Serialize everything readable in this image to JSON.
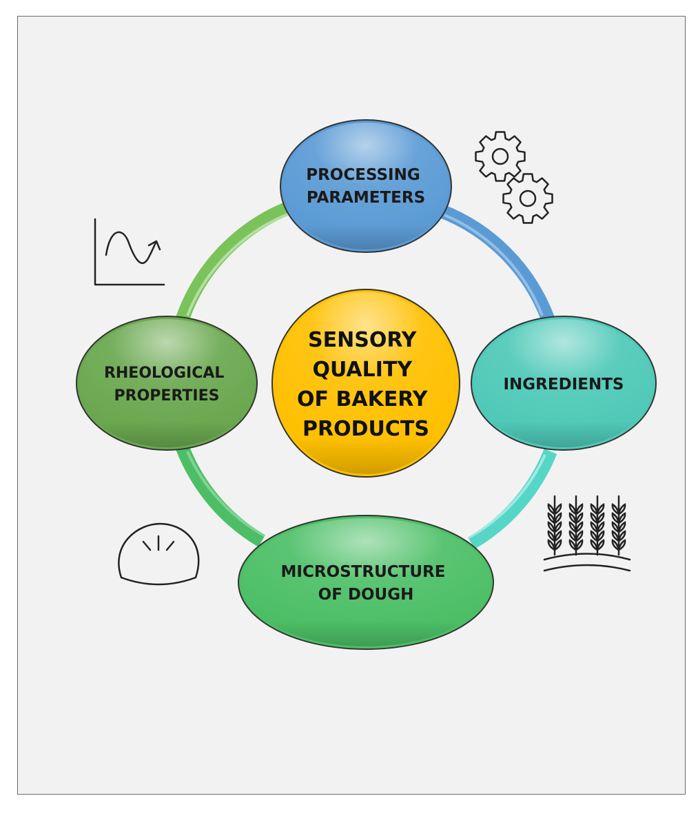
{
  "diagram": {
    "center": {
      "lines": [
        "SENSORY",
        "QUALITY",
        "OF BAKERY",
        "PRODUCTS"
      ],
      "color": "#ffc000"
    },
    "nodes": [
      {
        "id": "processing",
        "lines": [
          "PROCESSING",
          "PARAMETERS"
        ],
        "color": "#5b9bd5"
      },
      {
        "id": "ingredients",
        "lines": [
          "INGREDIENTS"
        ],
        "color": "#4fc9b8"
      },
      {
        "id": "microstructure",
        "lines": [
          "MICROSTRUCTURE",
          "OF DOUGH"
        ],
        "color": "#4cbf66"
      },
      {
        "id": "rheological",
        "lines": [
          "RHEOLOGICAL",
          "PROPERTIES"
        ],
        "color": "#6aa84f"
      }
    ],
    "connectors": [
      {
        "from": "processing",
        "to": "ingredients",
        "color": "#5b9bd5"
      },
      {
        "from": "ingredients",
        "to": "microstructure",
        "color": "#56d6c6"
      },
      {
        "from": "microstructure",
        "to": "rheological",
        "color": "#4cbf66"
      },
      {
        "from": "rheological",
        "to": "processing",
        "color": "#7ac35a"
      }
    ],
    "icons": [
      "gears-icon",
      "wheat-icon",
      "bun-icon",
      "wave-chart-icon"
    ],
    "outline_color": "#333333"
  }
}
